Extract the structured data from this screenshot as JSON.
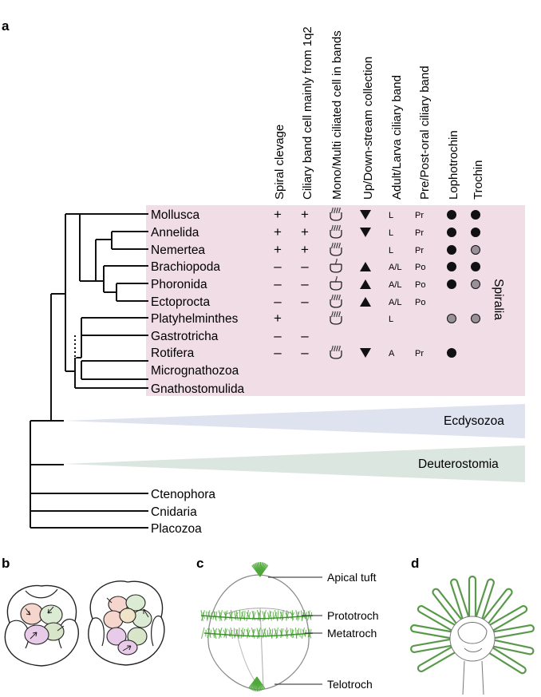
{
  "panels": {
    "a": "a",
    "b": "b",
    "c": "c",
    "d": "d"
  },
  "headers": [
    "Spiral clevage",
    "Ciliary band cell mainly from 1q2",
    "Mono/Multi ciliated cell in bands",
    "Up/Down-stream collection",
    "Adult/Larva ciliary band",
    "Pre/Post-oral ciliary band",
    "Lophotrochin",
    "Trochin"
  ],
  "taxa": [
    {
      "name": "Mollusca",
      "spiral": "+",
      "band": "+",
      "cilia": "multi",
      "collect": "down",
      "stage": "L",
      "oral": "Pr",
      "lopho": "black",
      "trochin": "black"
    },
    {
      "name": "Annelida",
      "spiral": "+",
      "band": "+",
      "cilia": "multi",
      "collect": "down",
      "stage": "L",
      "oral": "Pr",
      "lopho": "black",
      "trochin": "black"
    },
    {
      "name": "Nemertea",
      "spiral": "+",
      "band": "+",
      "cilia": "multi",
      "collect": "",
      "stage": "L",
      "oral": "Pr",
      "lopho": "black",
      "trochin": "gray"
    },
    {
      "name": "Brachiopoda",
      "spiral": "–",
      "band": "–",
      "cilia": "mono",
      "collect": "up",
      "stage": "A/L",
      "oral": "Po",
      "lopho": "black",
      "trochin": "black"
    },
    {
      "name": "Phoronida",
      "spiral": "–",
      "band": "–",
      "cilia": "mono",
      "collect": "up",
      "stage": "A/L",
      "oral": "Po",
      "lopho": "black",
      "trochin": "gray"
    },
    {
      "name": "Ectoprocta",
      "spiral": "–",
      "band": "–",
      "cilia": "multi",
      "collect": "up",
      "stage": "A/L",
      "oral": "Po",
      "lopho": "",
      "trochin": ""
    },
    {
      "name": "Platyhelminthes",
      "spiral": "+",
      "band": "",
      "cilia": "multi",
      "collect": "",
      "stage": "L",
      "oral": "",
      "lopho": "gray",
      "trochin": "gray"
    },
    {
      "name": "Gastrotricha",
      "spiral": "–",
      "band": "–",
      "cilia": "",
      "collect": "",
      "stage": "",
      "oral": "",
      "lopho": "",
      "trochin": ""
    },
    {
      "name": "Rotifera",
      "spiral": "–",
      "band": "–",
      "cilia": "multi",
      "collect": "down",
      "stage": "A",
      "oral": "Pr",
      "lopho": "black",
      "trochin": ""
    },
    {
      "name": "Micrognathozoa",
      "spiral": "",
      "band": "",
      "cilia": "",
      "collect": "",
      "stage": "",
      "oral": "",
      "lopho": "",
      "trochin": ""
    },
    {
      "name": "Gnathostomulida",
      "spiral": "",
      "band": "",
      "cilia": "",
      "collect": "",
      "stage": "",
      "oral": "",
      "lopho": "",
      "trochin": ""
    }
  ],
  "groups": {
    "spiralia": "Spiralia",
    "ecdysozoa": "Ecdysozoa",
    "deuterostomia": "Deuterostomia"
  },
  "outgroups": [
    "Ctenophora",
    "Cnidaria",
    "Placozoa"
  ],
  "panel_c_labels": {
    "apical": "Apical tuft",
    "prototroch": "Prototroch",
    "metatroch": "Metatroch",
    "telotroch": "Telotroch"
  },
  "colors": {
    "spiralia_bg": "#f0dde6",
    "ecdysozoa": "#dfe3ef",
    "deuterostomia": "#dce6e1",
    "cilia_green": "#4fa83a",
    "gray_dot": "#9a9098"
  }
}
